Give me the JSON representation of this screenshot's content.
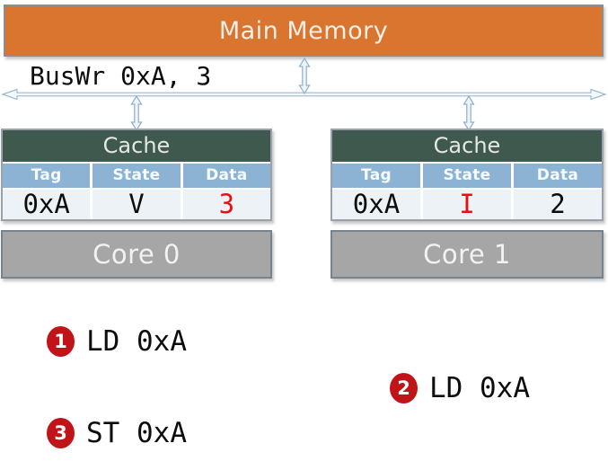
{
  "memory": {
    "label": "Main Memory"
  },
  "bus": {
    "message": "BusWr 0xA, 3"
  },
  "caches": [
    {
      "title": "Cache",
      "columns": [
        "Tag",
        "State",
        "Data"
      ],
      "cells": [
        {
          "text": "0xA",
          "style": "color:#0d0d0d"
        },
        {
          "text": "V",
          "style": "color:#0d0d0d"
        },
        {
          "text": "3",
          "style": "color:#e31111"
        }
      ],
      "core_label": "Core 0"
    },
    {
      "title": "Cache",
      "columns": [
        "Tag",
        "State",
        "Data"
      ],
      "cells": [
        {
          "text": "0xA",
          "style": "color:#0d0d0d"
        },
        {
          "text": "I",
          "style": "color:#e31111"
        },
        {
          "text": "2",
          "style": "color:#0d0d0d"
        }
      ],
      "core_label": "Core 1"
    }
  ],
  "events": [
    {
      "number": "1",
      "label": "LD 0xA"
    },
    {
      "number": "2",
      "label": "LD 0xA"
    },
    {
      "number": "3",
      "label": "ST 0xA"
    }
  ],
  "colors": {
    "memory_fill": "#d9752f",
    "cache_header_fill": "#3f594f",
    "column_header_fill": "#8cb3d4",
    "data_row_fill": "#edf2f6",
    "core_fill": "#a6a6a6",
    "arrow_blue": "#8fb0cc",
    "badge_red": "#c01418",
    "invalid_red": "#e31111"
  }
}
